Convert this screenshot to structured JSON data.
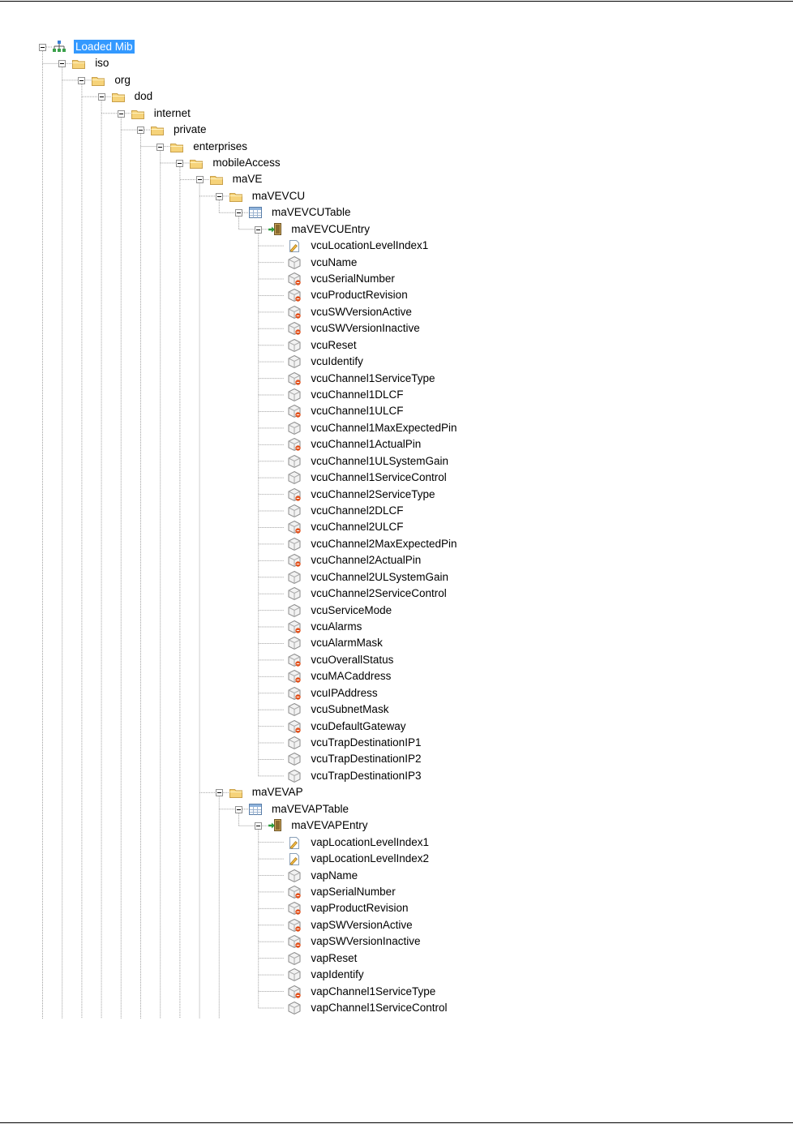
{
  "colors": {
    "selection": "#3399ff",
    "treeLine": "#a0a0a0",
    "folder": "#f6d37a"
  },
  "tree": [
    {
      "label": "Loaded Mib",
      "depth": 0,
      "icon": "network-icon",
      "expander": true,
      "selected": true
    },
    {
      "label": "iso",
      "depth": 1,
      "icon": "folder-icon",
      "expander": true
    },
    {
      "label": "org",
      "depth": 2,
      "icon": "folder-icon",
      "expander": true
    },
    {
      "label": "dod",
      "depth": 3,
      "icon": "folder-icon",
      "expander": true
    },
    {
      "label": "internet",
      "depth": 4,
      "icon": "folder-icon",
      "expander": true
    },
    {
      "label": "private",
      "depth": 5,
      "icon": "folder-icon",
      "expander": true
    },
    {
      "label": "enterprises",
      "depth": 6,
      "icon": "folder-icon",
      "expander": true
    },
    {
      "label": "mobileAccess",
      "depth": 7,
      "icon": "folder-icon",
      "expander": true
    },
    {
      "label": "maVE",
      "depth": 8,
      "icon": "folder-icon",
      "expander": true
    },
    {
      "label": "maVEVCU",
      "depth": 9,
      "icon": "folder-icon",
      "expander": true
    },
    {
      "label": "maVEVCUTable",
      "depth": 10,
      "icon": "table-icon",
      "expander": true
    },
    {
      "label": "maVEVCUEntry",
      "depth": 11,
      "icon": "entry-icon",
      "expander": true
    },
    {
      "label": "vcuLocationLevelIndex1",
      "depth": 12,
      "icon": "index-icon"
    },
    {
      "label": "vcuName",
      "depth": 12,
      "icon": "leaf-icon"
    },
    {
      "label": "vcuSerialNumber",
      "depth": 12,
      "icon": "leaf-readonly-icon"
    },
    {
      "label": "vcuProductRevision",
      "depth": 12,
      "icon": "leaf-readonly-icon"
    },
    {
      "label": "vcuSWVersionActive",
      "depth": 12,
      "icon": "leaf-readonly-icon"
    },
    {
      "label": "vcuSWVersionInactive",
      "depth": 12,
      "icon": "leaf-readonly-icon"
    },
    {
      "label": "vcuReset",
      "depth": 12,
      "icon": "leaf-icon"
    },
    {
      "label": "vcuIdentify",
      "depth": 12,
      "icon": "leaf-icon"
    },
    {
      "label": "vcuChannel1ServiceType",
      "depth": 12,
      "icon": "leaf-readonly-icon"
    },
    {
      "label": "vcuChannel1DLCF",
      "depth": 12,
      "icon": "leaf-icon"
    },
    {
      "label": "vcuChannel1ULCF",
      "depth": 12,
      "icon": "leaf-readonly-icon"
    },
    {
      "label": "vcuChannel1MaxExpectedPin",
      "depth": 12,
      "icon": "leaf-icon"
    },
    {
      "label": "vcuChannel1ActualPin",
      "depth": 12,
      "icon": "leaf-readonly-icon"
    },
    {
      "label": "vcuChannel1ULSystemGain",
      "depth": 12,
      "icon": "leaf-icon"
    },
    {
      "label": "vcuChannel1ServiceControl",
      "depth": 12,
      "icon": "leaf-icon"
    },
    {
      "label": "vcuChannel2ServiceType",
      "depth": 12,
      "icon": "leaf-readonly-icon"
    },
    {
      "label": "vcuChannel2DLCF",
      "depth": 12,
      "icon": "leaf-icon"
    },
    {
      "label": "vcuChannel2ULCF",
      "depth": 12,
      "icon": "leaf-readonly-icon"
    },
    {
      "label": "vcuChannel2MaxExpectedPin",
      "depth": 12,
      "icon": "leaf-icon"
    },
    {
      "label": "vcuChannel2ActualPin",
      "depth": 12,
      "icon": "leaf-readonly-icon"
    },
    {
      "label": "vcuChannel2ULSystemGain",
      "depth": 12,
      "icon": "leaf-icon"
    },
    {
      "label": "vcuChannel2ServiceControl",
      "depth": 12,
      "icon": "leaf-icon"
    },
    {
      "label": "vcuServiceMode",
      "depth": 12,
      "icon": "leaf-icon"
    },
    {
      "label": "vcuAlarms",
      "depth": 12,
      "icon": "leaf-readonly-icon"
    },
    {
      "label": "vcuAlarmMask",
      "depth": 12,
      "icon": "leaf-icon"
    },
    {
      "label": "vcuOverallStatus",
      "depth": 12,
      "icon": "leaf-readonly-icon"
    },
    {
      "label": "vcuMACaddress",
      "depth": 12,
      "icon": "leaf-readonly-icon"
    },
    {
      "label": "vcuIPAddress",
      "depth": 12,
      "icon": "leaf-readonly-icon"
    },
    {
      "label": "vcuSubnetMask",
      "depth": 12,
      "icon": "leaf-icon"
    },
    {
      "label": "vcuDefaultGateway",
      "depth": 12,
      "icon": "leaf-readonly-icon"
    },
    {
      "label": "vcuTrapDestinationIP1",
      "depth": 12,
      "icon": "leaf-icon"
    },
    {
      "label": "vcuTrapDestinationIP2",
      "depth": 12,
      "icon": "leaf-icon"
    },
    {
      "label": "vcuTrapDestinationIP3",
      "depth": 12,
      "icon": "leaf-icon"
    },
    {
      "label": "maVEVAP",
      "depth": 9,
      "icon": "folder-icon",
      "expander": true
    },
    {
      "label": "maVEVAPTable",
      "depth": 10,
      "icon": "table-icon",
      "expander": true
    },
    {
      "label": "maVEVAPEntry",
      "depth": 11,
      "icon": "entry-icon",
      "expander": true
    },
    {
      "label": "vapLocationLevelIndex1",
      "depth": 12,
      "icon": "index-icon"
    },
    {
      "label": "vapLocationLevelIndex2",
      "depth": 12,
      "icon": "index-icon"
    },
    {
      "label": "vapName",
      "depth": 12,
      "icon": "leaf-icon"
    },
    {
      "label": "vapSerialNumber",
      "depth": 12,
      "icon": "leaf-readonly-icon"
    },
    {
      "label": "vapProductRevision",
      "depth": 12,
      "icon": "leaf-readonly-icon"
    },
    {
      "label": "vapSWVersionActive",
      "depth": 12,
      "icon": "leaf-readonly-icon"
    },
    {
      "label": "vapSWVersionInactive",
      "depth": 12,
      "icon": "leaf-readonly-icon"
    },
    {
      "label": "vapReset",
      "depth": 12,
      "icon": "leaf-icon"
    },
    {
      "label": "vapIdentify",
      "depth": 12,
      "icon": "leaf-icon"
    },
    {
      "label": "vapChannel1ServiceType",
      "depth": 12,
      "icon": "leaf-readonly-icon"
    },
    {
      "label": "vapChannel1ServiceControl",
      "depth": 12,
      "icon": "leaf-icon"
    }
  ]
}
